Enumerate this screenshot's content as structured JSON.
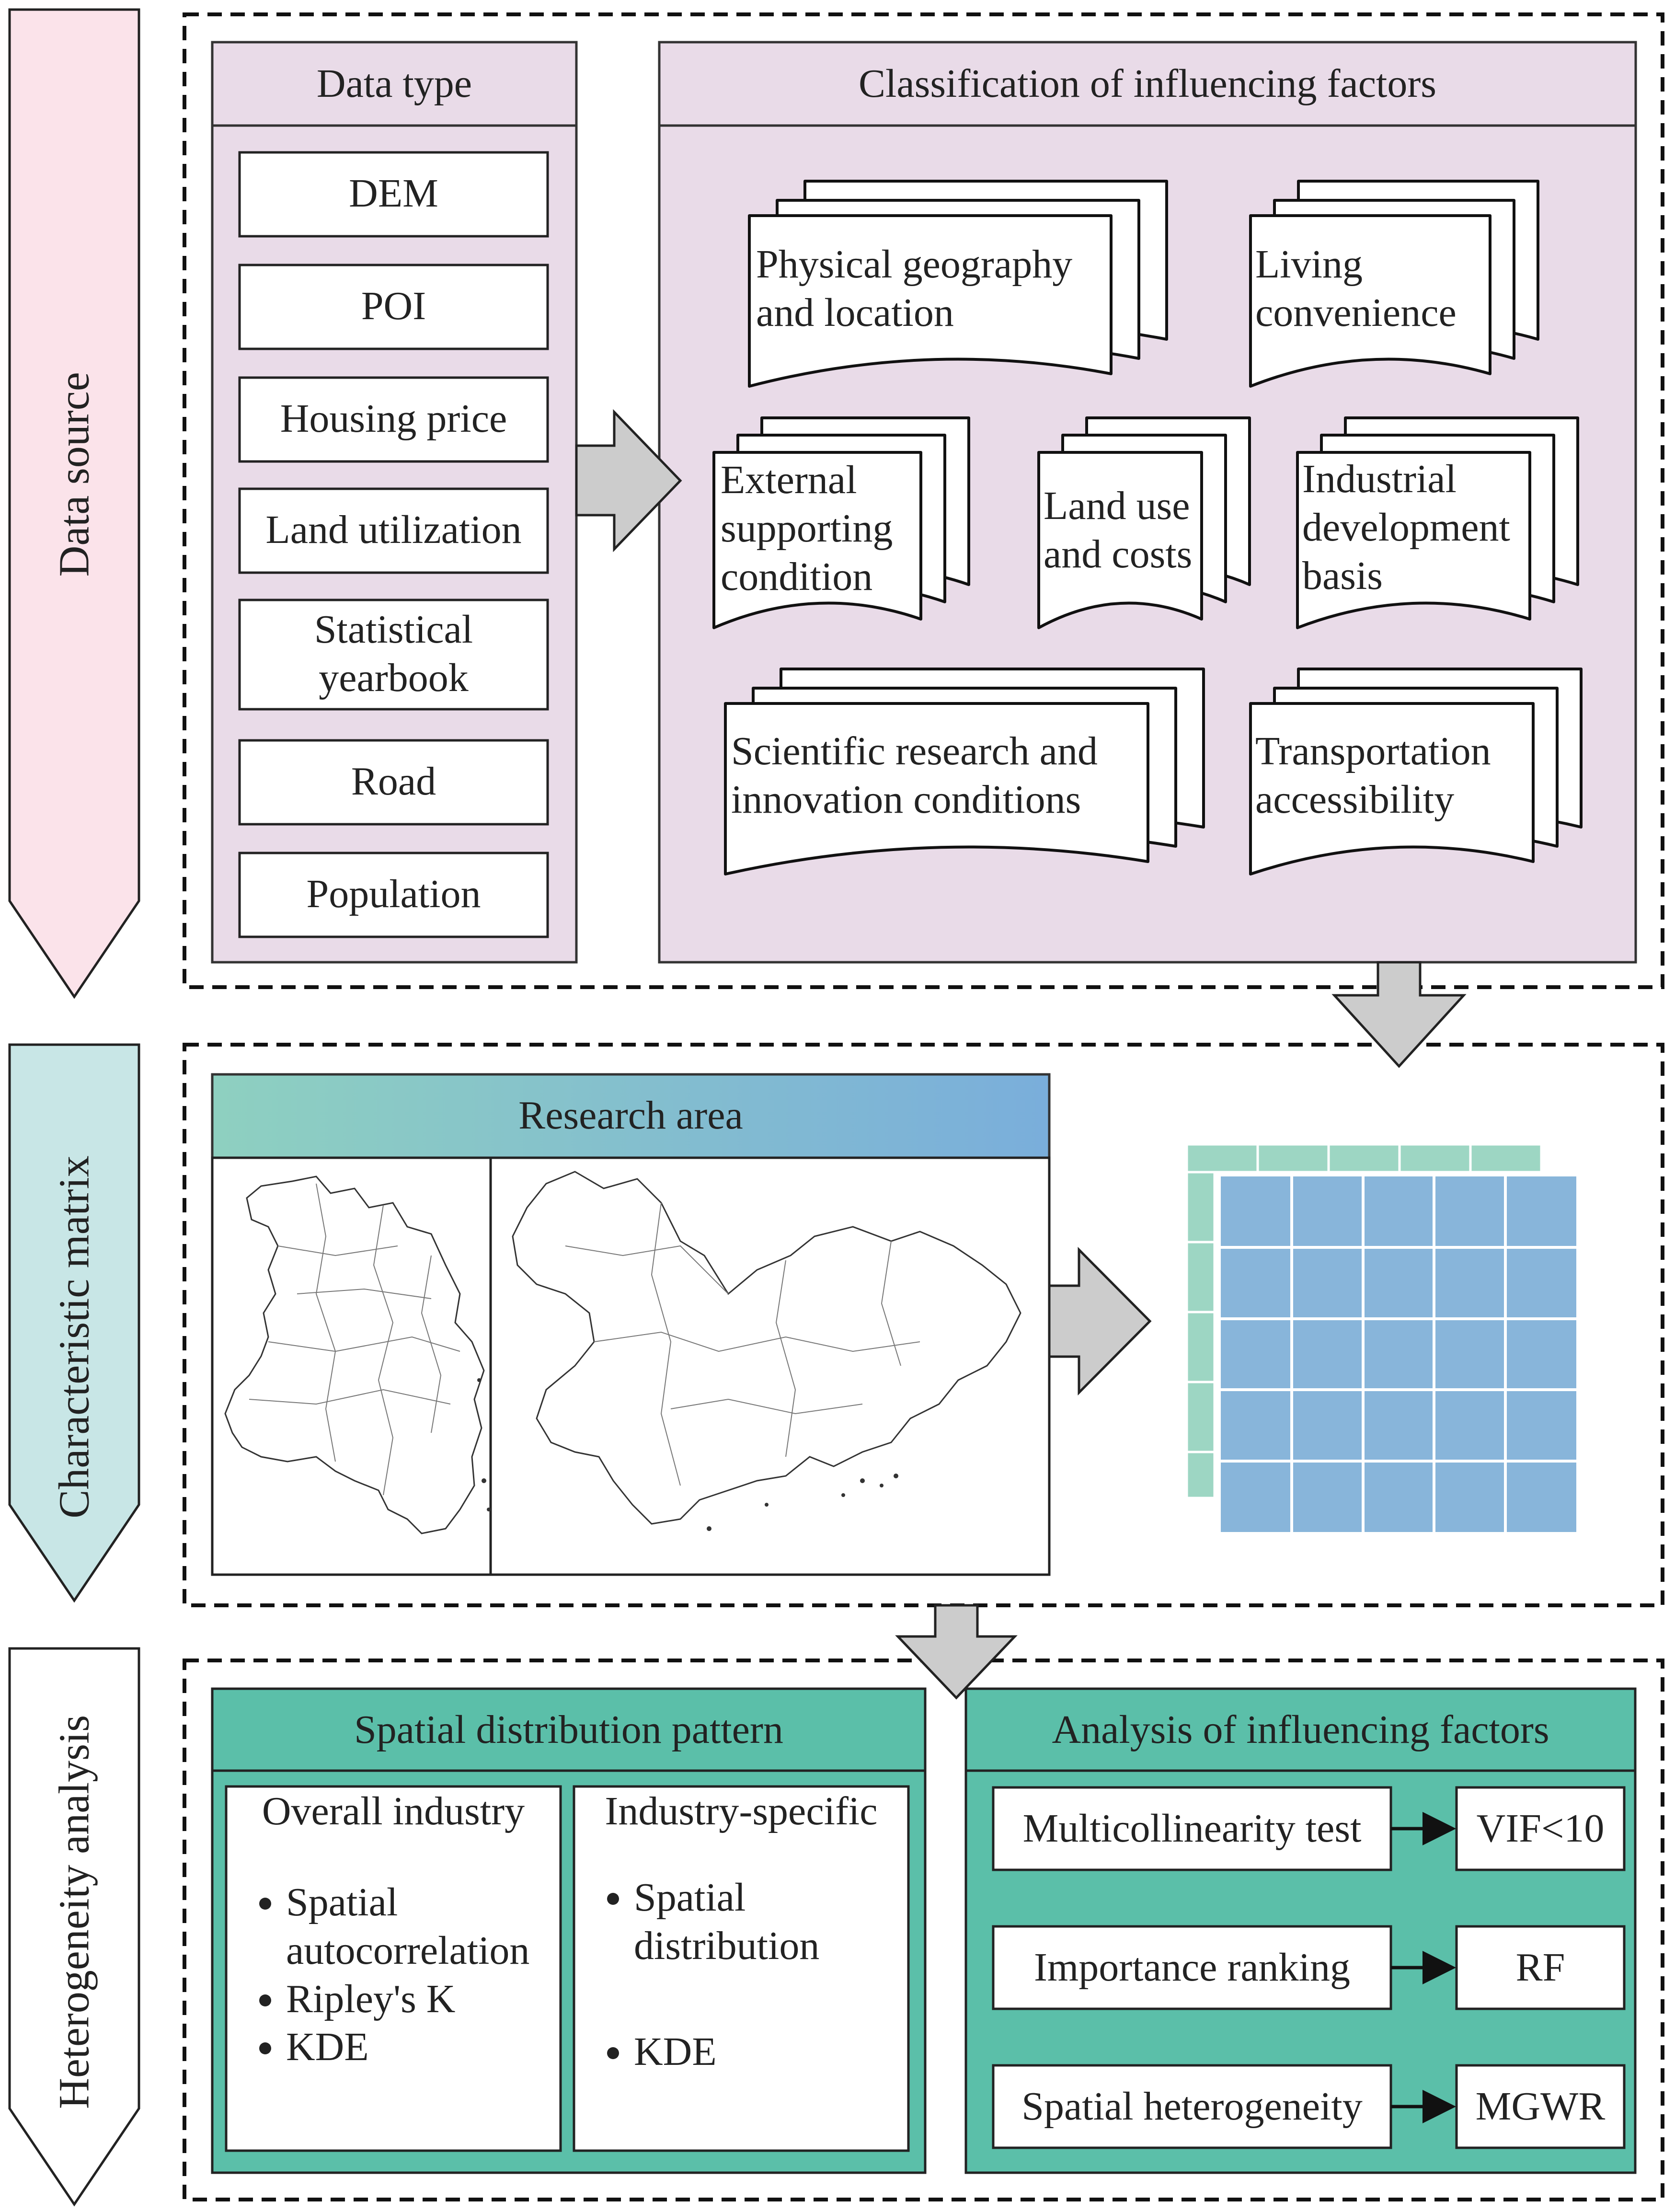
{
  "stages": {
    "data_source": "Data source",
    "characteristic_matrix": "Characteristic matrix",
    "heterogeneity_analysis": "Heterogeneity analysis"
  },
  "data_type": {
    "title": "Data type",
    "items": [
      "DEM",
      "POI",
      "Housing price",
      "Land utilization",
      "Statistical yearbook",
      "Road",
      "Population"
    ]
  },
  "classification": {
    "title": "Classification of influencing factors",
    "factors": [
      "Physical geography and location",
      "Living convenience",
      "External supporting condition",
      "Land use and costs",
      "Industrial development basis",
      "Scientific research and innovation conditions",
      "Transportation accessibility"
    ]
  },
  "research_area": {
    "title": "Research area"
  },
  "spatial_pattern": {
    "title": "Spatial distribution pattern",
    "overall": {
      "title": "Overall industry",
      "items": [
        "Spatial autocorrelation",
        "Ripley's K",
        "KDE"
      ]
    },
    "specific": {
      "title": "Industry-specific",
      "items": [
        "Spatial distribution",
        "KDE"
      ]
    }
  },
  "influencing_analysis": {
    "title": "Analysis of influencing factors",
    "rows": [
      {
        "step": "Multicollinearity test",
        "method": "VIF<10"
      },
      {
        "step": "Importance ranking",
        "method": "RF"
      },
      {
        "step": "Spatial heterogeneity",
        "method": "MGWR"
      }
    ]
  },
  "colors": {
    "data_source_arrow": "#fbe3ea",
    "matrix_arrow": "#c8e6e6",
    "heterogeneity_arrow": "#ffffff",
    "purple_panel": "#e9dbe8",
    "teal_panel": "#5bbfa9",
    "matrix_front": "#88b5da",
    "matrix_back": "#9dd6c3",
    "gray_arrow": "#cccccc"
  }
}
